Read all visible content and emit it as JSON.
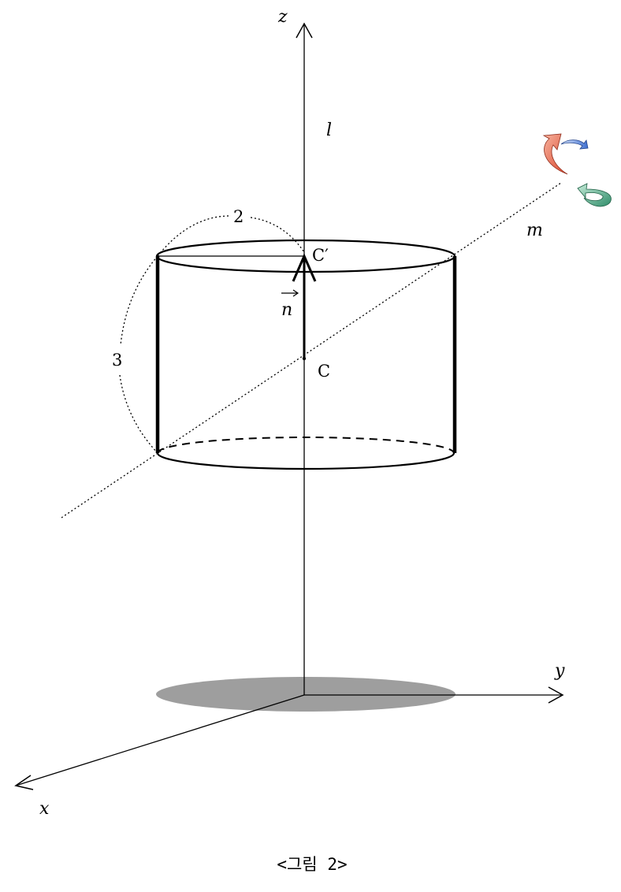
{
  "figure": {
    "labels": {
      "z_axis": "z",
      "y_axis": "y",
      "x_axis": "x",
      "line_l": "l",
      "line_m": "m",
      "vector_n": "n",
      "point_c": "C",
      "point_c_prime": "C′",
      "diameter": "2",
      "height": "3"
    },
    "caption": "<그림 2>",
    "colors": {
      "ink": "#000000",
      "shadow": "#9e9e9e",
      "arrow_red": "#e8654a",
      "arrow_blue": "#4a7fd6",
      "arrow_green": "#3a9a78"
    }
  }
}
